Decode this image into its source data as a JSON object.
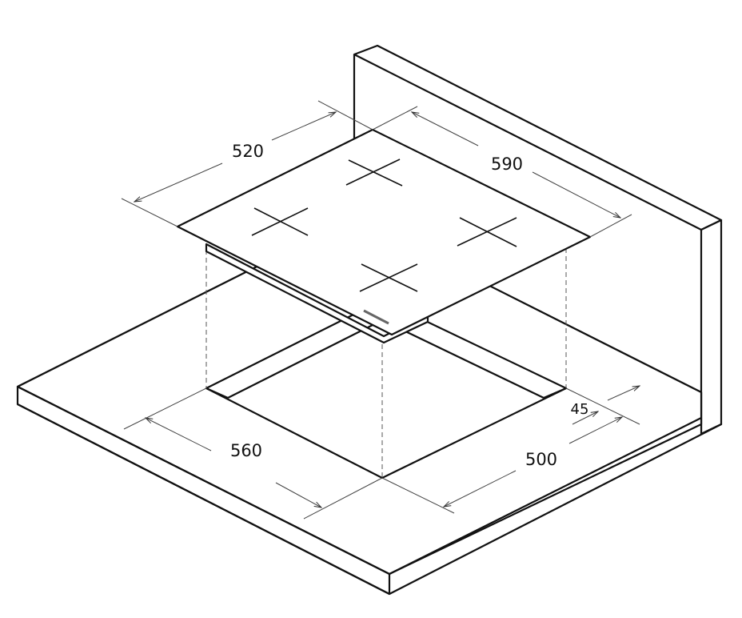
{
  "dimensions": {
    "hob_depth": "520",
    "hob_width": "590",
    "cutout_width": "560",
    "cutout_depth": "500",
    "edge_clearance": "45"
  }
}
